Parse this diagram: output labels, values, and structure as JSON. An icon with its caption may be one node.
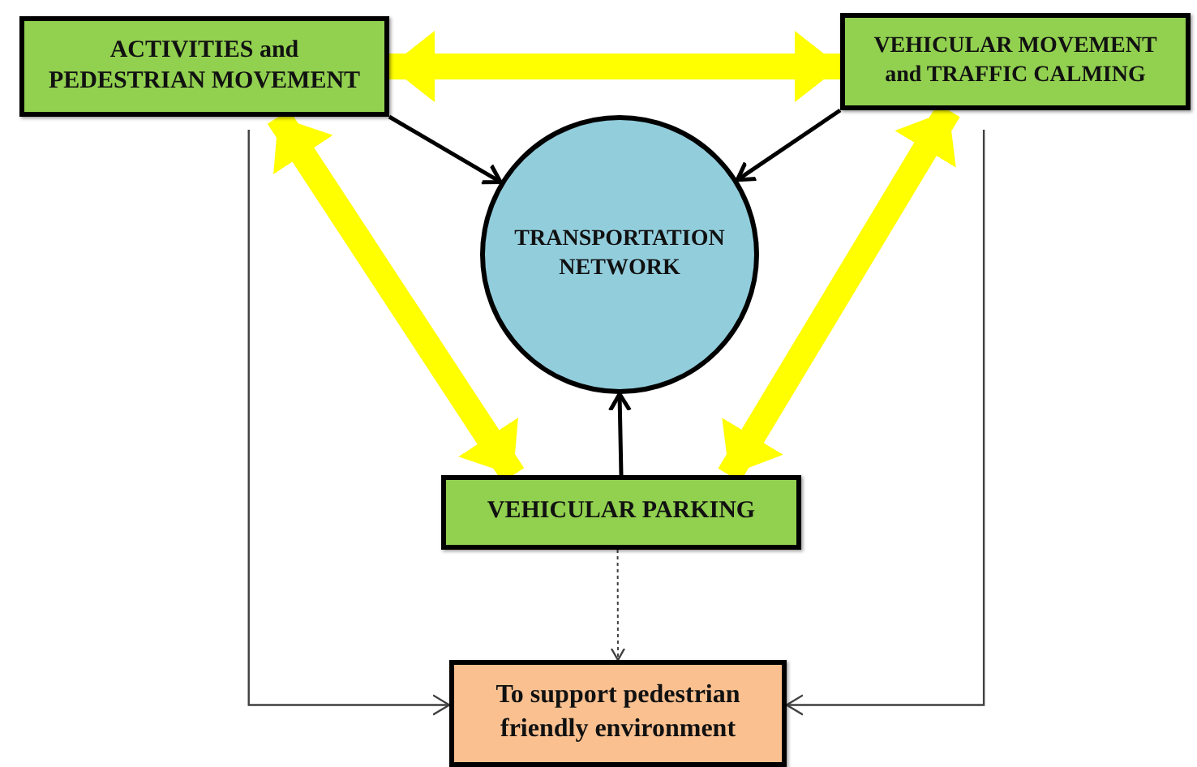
{
  "diagram": {
    "nodes": [
      {
        "text": [
          "ACTIVITIES and PEDESTRIAN MOVEMENT"
        ]
      },
      {
        "text": [
          "VEHICULAR MOVEMENT and TRAFFIC CALMING"
        ]
      },
      {
        "text": [
          "TRANSPORTATION NETWORK"
        ]
      },
      {
        "text": [
          "VEHICULAR PARKING"
        ]
      },
      {
        "text": [
          "To support pedestrian friendly environment"
        ]
      }
    ],
    "edges": [
      {
        "from": 0,
        "to": 1,
        "arrow": "both",
        "style": "thick",
        "color": "#ffff00"
      },
      {
        "from": 0,
        "to": 2,
        "arrow": "to",
        "color": "#000000"
      },
      {
        "from": 1,
        "to": 2,
        "arrow": "to",
        "color": "#000000"
      },
      {
        "from": 3,
        "to": 2,
        "arrow": "to",
        "color": "#000000"
      },
      {
        "from": 0,
        "to": 3,
        "arrow": "both",
        "style": "thick",
        "color": "#ffff00"
      },
      {
        "from": 1,
        "to": 3,
        "arrow": "both",
        "style": "thick",
        "color": "#ffff00"
      },
      {
        "from": 3,
        "to": 4,
        "arrow": "to",
        "style": "dashed",
        "color": "#404040"
      },
      {
        "from": 0,
        "to": 4,
        "arrow": "to",
        "color": "#404040"
      },
      {
        "from": 1,
        "to": 4,
        "arrow": "to",
        "color": "#404040"
      }
    ]
  }
}
